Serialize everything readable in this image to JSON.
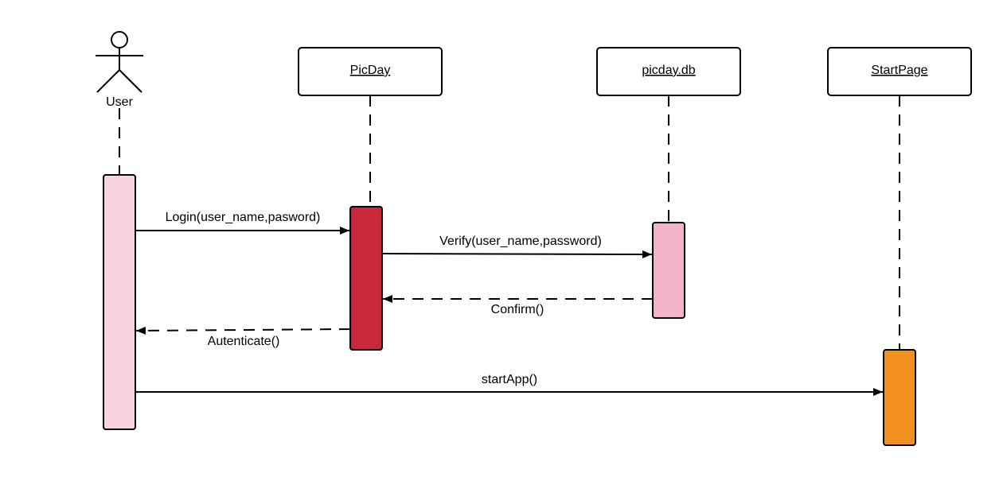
{
  "actor": {
    "label": "User"
  },
  "participants": [
    {
      "id": "picday",
      "label": "PicDay"
    },
    {
      "id": "picdaydb",
      "label": "picday.db"
    },
    {
      "id": "startpage",
      "label": "StartPage"
    }
  ],
  "messages": [
    {
      "id": "login",
      "label": "Login(user_name,pasword)",
      "from": "User",
      "to": "PicDay",
      "style": "sync"
    },
    {
      "id": "verify",
      "label": "Verify(user_name,password)",
      "from": "PicDay",
      "to": "picday.db",
      "style": "sync"
    },
    {
      "id": "confirm",
      "label": "Confirm()",
      "from": "picday.db",
      "to": "PicDay",
      "style": "return"
    },
    {
      "id": "autenticate",
      "label": "Autenticate()",
      "from": "PicDay",
      "to": "User",
      "style": "return"
    },
    {
      "id": "startapp",
      "label": "startApp()",
      "from": "User",
      "to": "StartPage",
      "style": "sync"
    }
  ],
  "colors": {
    "user_activation": "#f9d3de",
    "picday_activation": "#c8283a",
    "db_activation": "#f4b4c8",
    "startpage_activation": "#f0901e",
    "line": "#000000",
    "box_fill": "#ffffff"
  }
}
